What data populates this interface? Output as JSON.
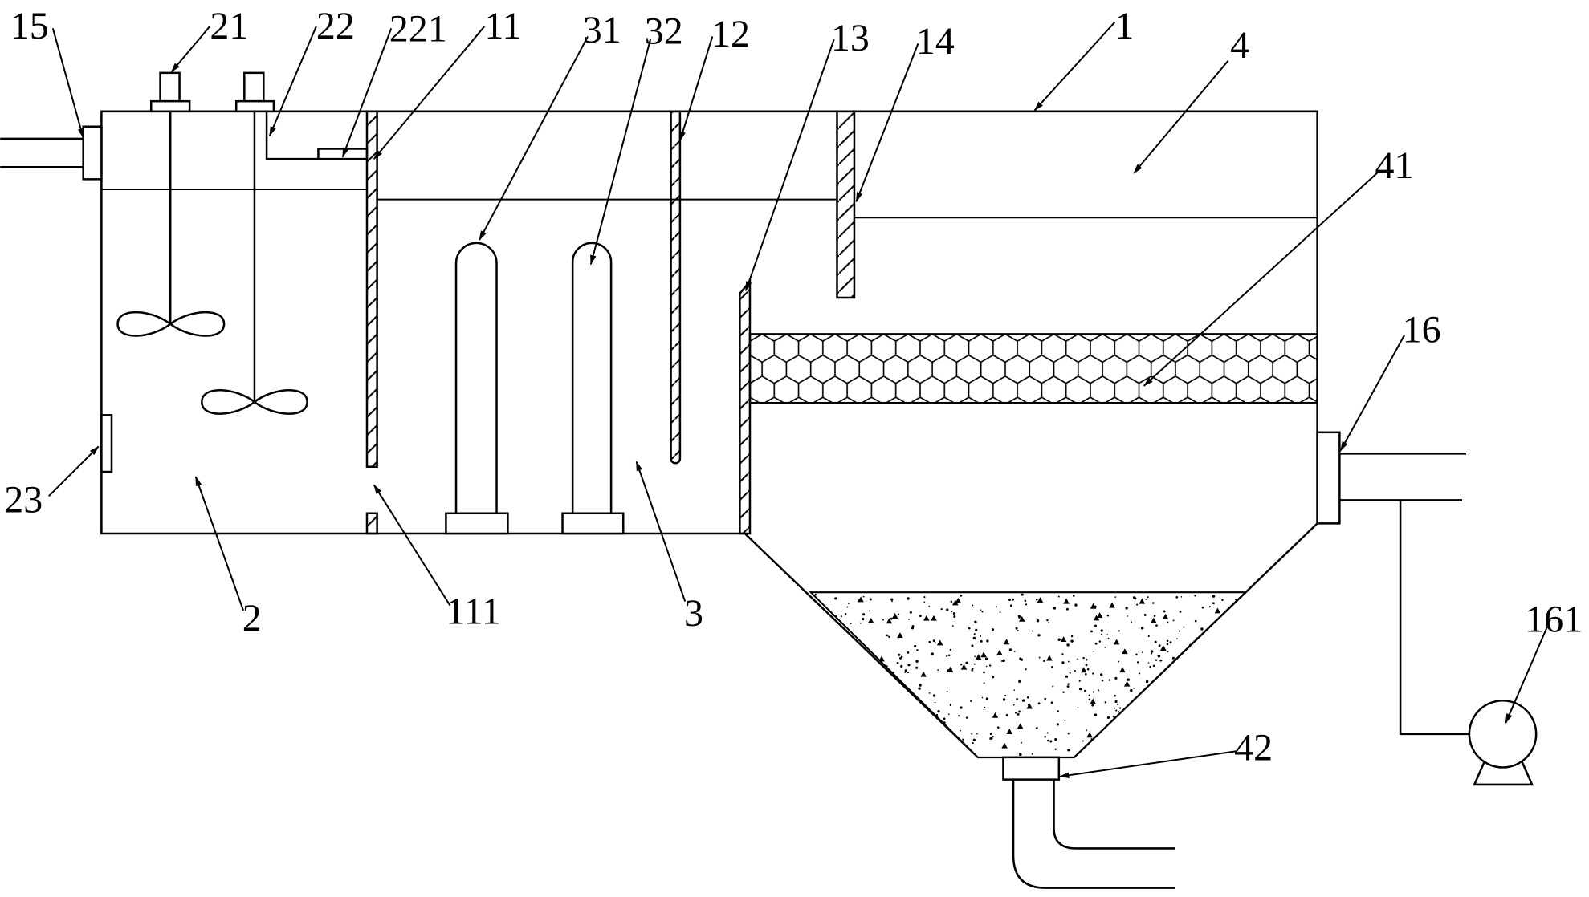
{
  "labels": {
    "p1": "1",
    "p2": "2",
    "p3": "3",
    "p4": "4",
    "p11": "11",
    "p111": "111",
    "p12": "12",
    "p13": "13",
    "p14": "14",
    "p15": "15",
    "p16": "16",
    "p161": "161",
    "p21": "21",
    "p22": "22",
    "p221": "221",
    "p23": "23",
    "p31": "31",
    "p32": "32",
    "p41": "41",
    "p42": "42"
  },
  "colors": {
    "line": "#000000",
    "background": "#ffffff"
  }
}
